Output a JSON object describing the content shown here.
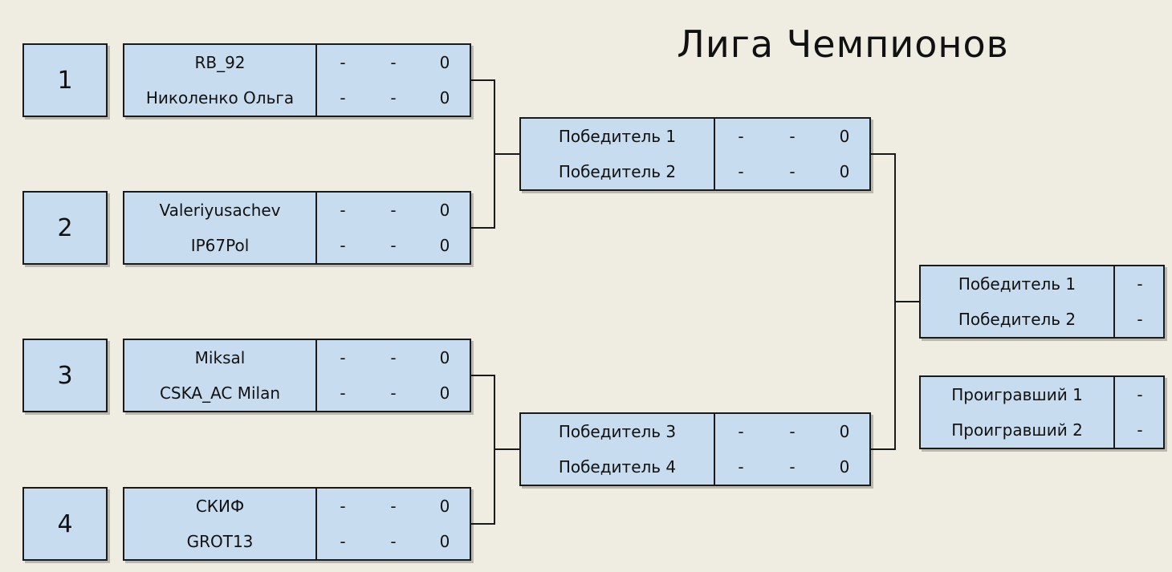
{
  "title": "Лига Чемпионов",
  "seeds": [
    "1",
    "2",
    "3",
    "4"
  ],
  "round1": [
    {
      "players": [
        {
          "name": "RB_92",
          "s1": "-",
          "s2": "-",
          "total": "0"
        },
        {
          "name": "Николенко Ольга",
          "s1": "-",
          "s2": "-",
          "total": "0"
        }
      ]
    },
    {
      "players": [
        {
          "name": "Valeriyusachev",
          "s1": "-",
          "s2": "-",
          "total": "0"
        },
        {
          "name": "IP67Pol",
          "s1": "-",
          "s2": "-",
          "total": "0"
        }
      ]
    },
    {
      "players": [
        {
          "name": "Miksal",
          "s1": "-",
          "s2": "-",
          "total": "0"
        },
        {
          "name": "CSKA_AC Milan",
          "s1": "-",
          "s2": "-",
          "total": "0"
        }
      ]
    },
    {
      "players": [
        {
          "name": "СКИФ",
          "s1": "-",
          "s2": "-",
          "total": "0"
        },
        {
          "name": "GROT13",
          "s1": "-",
          "s2": "-",
          "total": "0"
        }
      ]
    }
  ],
  "semifinals": [
    {
      "players": [
        {
          "name": "Победитель 1",
          "s1": "-",
          "s2": "-",
          "total": "0"
        },
        {
          "name": "Победитель 2",
          "s1": "-",
          "s2": "-",
          "total": "0"
        }
      ]
    },
    {
      "players": [
        {
          "name": "Победитель 3",
          "s1": "-",
          "s2": "-",
          "total": "0"
        },
        {
          "name": "Победитель 4",
          "s1": "-",
          "s2": "-",
          "total": "0"
        }
      ]
    }
  ],
  "final": {
    "players": [
      {
        "name": "Победитель 1",
        "score": "-"
      },
      {
        "name": "Победитель 2",
        "score": "-"
      }
    ]
  },
  "third_place": {
    "players": [
      {
        "name": "Проигравший 1",
        "score": "-"
      },
      {
        "name": "Проигравший 2",
        "score": "-"
      }
    ]
  },
  "colors": {
    "box_fill": "#c8dcf0",
    "border": "#1a1a1a",
    "background": "#efece1"
  }
}
